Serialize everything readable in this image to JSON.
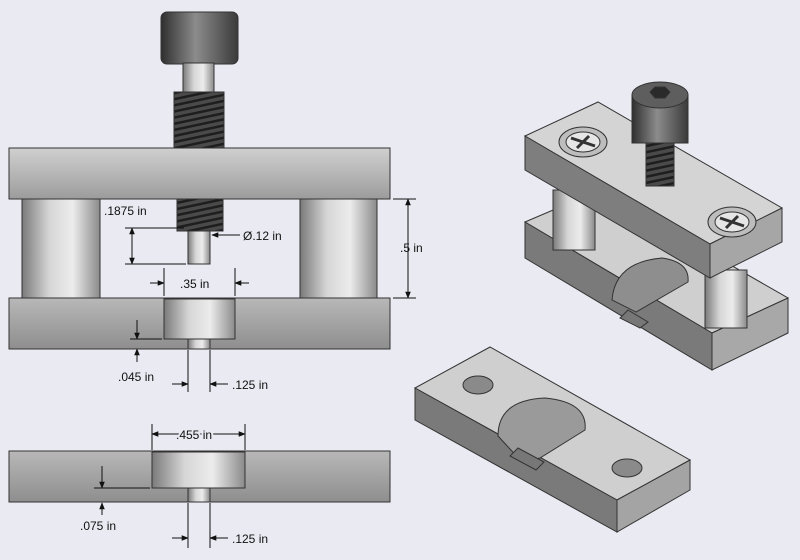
{
  "colors": {
    "background": "#e9eaf2",
    "part_light": "#d9d9d9",
    "part_mid": "#9a9a9a",
    "part_dark": "#5a5a5a",
    "outline": "#333333"
  },
  "dimensions": {
    "pin_length": ".1875 in",
    "pin_diameter": "Ø.12 in",
    "height": ".5 in",
    "pin_spacing": ".35 in",
    "bottom_depth": ".045 in",
    "bottom_hole": ".125 in",
    "slot_width": ".455 in",
    "slot_depth": ".075 in",
    "slot_hole": ".125 in"
  },
  "icons": [
    "socket-head-cap-screw-icon",
    "phillips-screw-icon"
  ]
}
